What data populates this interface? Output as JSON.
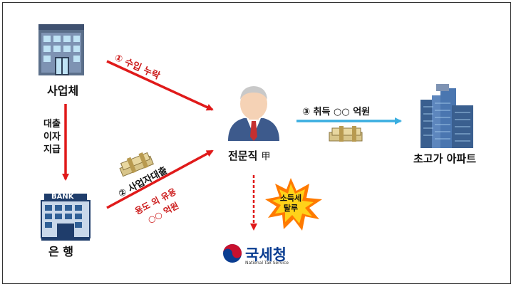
{
  "nodes": {
    "company": "사업체",
    "bank": "은 행",
    "professional": "전문직",
    "professional_suffix": "甲",
    "apartment": "초고가 아파트",
    "nts": "국세청",
    "nts_sub": "National Tax Service"
  },
  "bank_sign": "BANK",
  "edges": {
    "step1": "① 수입 누락",
    "step2_main": "② 사업자대출",
    "step2_sub1": "용도 외 유용",
    "step2_sub2": "○○ 억원",
    "step3": "③ 취득 ○○ 억원",
    "loan_interest": [
      "대출",
      "이자",
      "지급"
    ]
  },
  "burst": [
    "소득세",
    "탈루"
  ],
  "colors": {
    "red_arrow": "#e01a1a",
    "blue_arrow": "#3aaee0",
    "burst_fill": "#ffd21a",
    "burst_outer": "#ff7a00",
    "nts_red": "#c8102e",
    "nts_blue": "#0a3d91"
  }
}
